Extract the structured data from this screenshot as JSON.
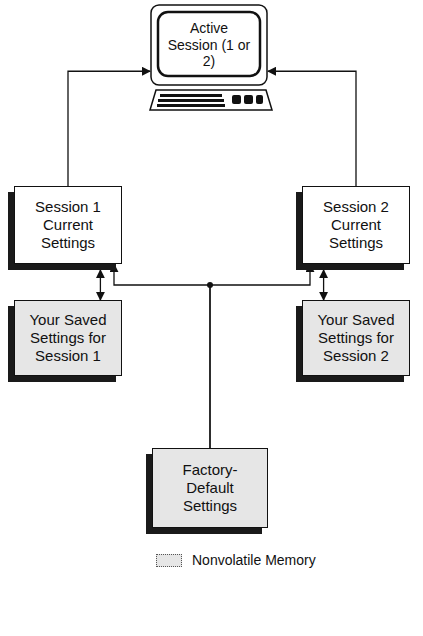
{
  "diagram": {
    "nodes": [
      {
        "text": [
          "Active Session (1 or 2)"
        ]
      },
      {
        "text": [
          "Session 1 Current Settings"
        ]
      },
      {
        "text": [
          "Session 2 Current Settings"
        ]
      },
      {
        "text": [
          "Your Saved Settings for Session 1"
        ]
      },
      {
        "text": [
          "Your Saved Settings for Session 2"
        ]
      },
      {
        "text": [
          "Factory-Default Settings"
        ]
      }
    ],
    "edges": [
      {
        "from": 1,
        "to": 0,
        "arrow": "to"
      },
      {
        "from": 2,
        "to": 0,
        "arrow": "to"
      },
      {
        "from": 1,
        "to": 3,
        "arrow": "both"
      },
      {
        "from": 2,
        "to": 4,
        "arrow": "both"
      },
      {
        "from": 5,
        "to": 1,
        "arrow": "to"
      },
      {
        "from": 5,
        "to": 2,
        "arrow": "to"
      }
    ],
    "legend": [
      {
        "text": "Nonvolatile Memory",
        "color": "#e6e6e6"
      }
    ]
  }
}
